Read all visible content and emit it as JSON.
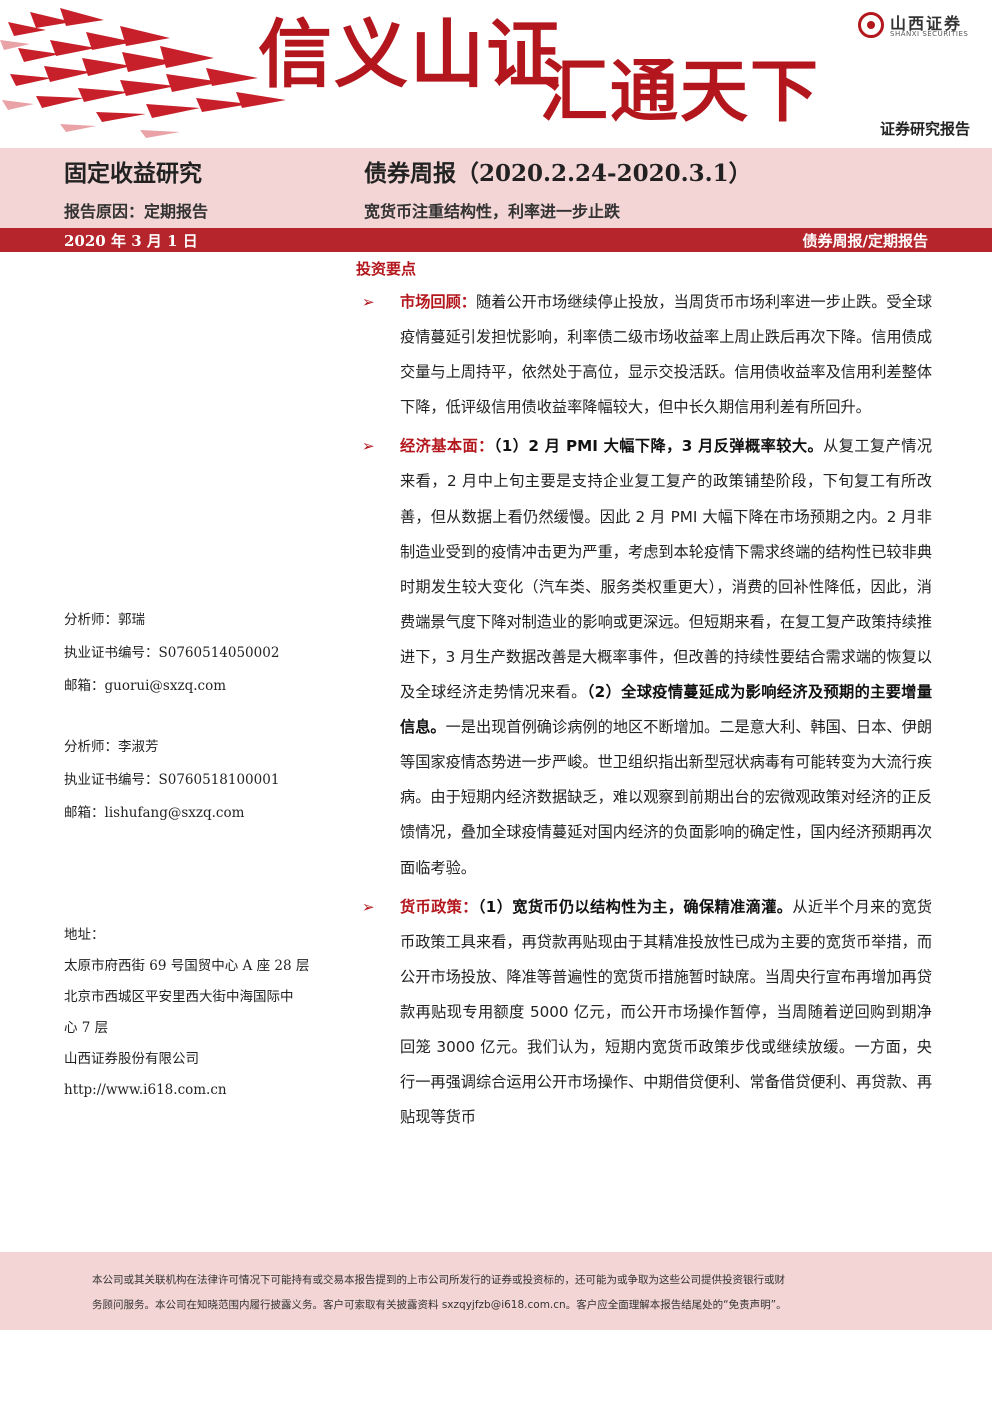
{
  "header": {
    "slogan_line1": "信义山证",
    "slogan_line2": "汇通天下",
    "logo_cn": "山西证券",
    "logo_en": "SHANXI SECURITIES",
    "report_type": "证券研究报告",
    "brand_color": "#b3171d"
  },
  "title_band": {
    "category": "固定收益研究",
    "report_title": "债券周报（2020.2.24-2020.3.1）",
    "report_reason": "报告原因：定期报告",
    "subtitle": "宽货币注重结构性，利率进一步止跌"
  },
  "date_bar": {
    "date": "2020 年 3 月 1 日",
    "series": "债券周报/定期报告"
  },
  "analysts": [
    {
      "label": "分析师：",
      "name": "郭瑞",
      "cert_label": "执业证书编号：",
      "cert": "S0760514050002",
      "email_label": "邮箱：",
      "email": "guorui@sxzq.com"
    },
    {
      "label": "分析师：",
      "name": "李淑芳",
      "cert_label": "执业证书编号：",
      "cert": "S0760518100001",
      "email_label": "邮箱：",
      "email": "lishufang@sxzq.com"
    }
  ],
  "address": {
    "label": "地址：",
    "line1": "太原市府西街 69 号国贸中心 A 座 28 层",
    "line2": "北京市西城区平安里西大街中海国际中",
    "line3": "心 7 层",
    "company": "山西证券股份有限公司",
    "website": "http://www.i618.com.cn"
  },
  "main": {
    "heading": "投资要点",
    "bullet_marker": "➢",
    "bullets": [
      {
        "head": "市场回顾：",
        "parts": [
          {
            "text": "随着公开市场继续停止投放，当周货币市场利率进一步止跌。受全球疫情蔓延引发担忧影响，利率债二级市场收益率上周止跌后再次下降。信用债成交量与上周持平，依然处于高位，显示交投活跃。信用债收益率及信用利差整体下降，低评级信用债收益率降幅较大，但中长久期信用利差有所回升。"
          }
        ]
      },
      {
        "head": "经济基本面：",
        "parts": [
          {
            "text": "（1）2 月 PMI 大幅下降，3 月反弹概率较大。",
            "bold": true
          },
          {
            "text": "从复工复产情况来看，2 月中上旬主要是支持企业复工复产的政策铺垫阶段，下旬复工有所改善，但从数据上看仍然缓慢。因此 2 月 PMI 大幅下降在市场预期之内。2 月非制造业受到的疫情冲击更为严重，考虑到本轮疫情下需求终端的结构性已较非典时期发生较大变化（汽车类、服务类权重更大），消费的回补性降低，因此，消费端景气度下降对制造业的影响或更深远。但短期来看，在复工复产政策持续推进下，3 月生产数据改善是大概率事件，但改善的持续性要结合需求端的恢复以及全球经济走势情况来看。"
          },
          {
            "text": "（2）全球疫情蔓延成为影响经济及预期的主要增量信息。",
            "bold": true
          },
          {
            "text": "一是出现首例确诊病例的地区不断增加。二是意大利、韩国、日本、伊朗等国家疫情态势进一步严峻。世卫组织指出新型冠状病毒有可能转变为大流行疾病。由于短期内经济数据缺乏，难以观察到前期出台的宏微观政策对经济的正反馈情况，叠加全球疫情蔓延对国内经济的负面影响的确定性，国内经济预期再次面临考验。"
          }
        ]
      },
      {
        "head": "货币政策：",
        "parts": [
          {
            "text": "（1）宽货币仍以结构性为主，确保精准滴灌。",
            "bold": true
          },
          {
            "text": "从近半个月来的宽货币政策工具来看，再贷款再贴现由于其精准投放性已成为主要的宽货币举措，而公开市场投放、降准等普遍性的宽货币措施暂时缺席。当周央行宣布再增加再贷款再贴现专用额度 5000 亿元，而公开市场操作暂停，当周随着逆回购到期净回笼 3000 亿元。我们认为，短期内宽货币政策步伐或继续放缓。一方面，央行一再强调综合运用公开市场操作、中期借贷便利、常备借贷便利、再贷款、再贴现等货币"
          }
        ]
      }
    ]
  },
  "footer": {
    "line1": "本公司或其关联机构在法律许可情况下可能持有或交易本报告提到的上市公司所发行的证券或投资标的，还可能为或争取为这些公司提供投资银行或财",
    "line2": "务顾问服务。本公司在知晓范围内履行披露义务。客户可索取有关披露资料 sxzqyjfzb@i618.com.cn。客户应全面理解本报告结尾处的“免责声明”。"
  }
}
